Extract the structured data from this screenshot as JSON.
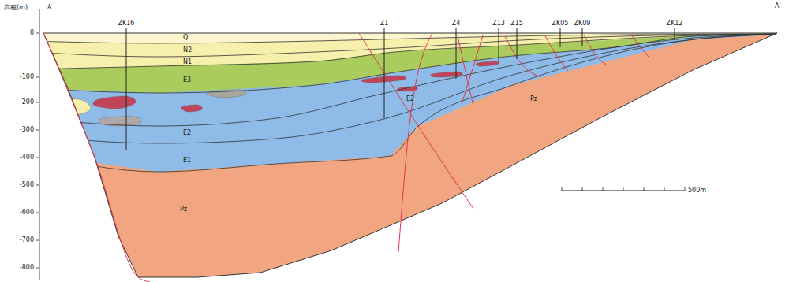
{
  "diagram": {
    "labels": [
      "高程(m)",
      "A",
      "A'",
      "0",
      "-100",
      "-200",
      "-300",
      "-400",
      "-500",
      "-600",
      "-700",
      "-800",
      "ZK16",
      "Z1",
      "Z4",
      "Z13",
      "Z15",
      "ZK05",
      "ZK09",
      "ZK12",
      "Q",
      "N2",
      "N1",
      "E3",
      "E2",
      "E1",
      "E2",
      "Pz",
      "Pz",
      "500m"
    ]
  }
}
